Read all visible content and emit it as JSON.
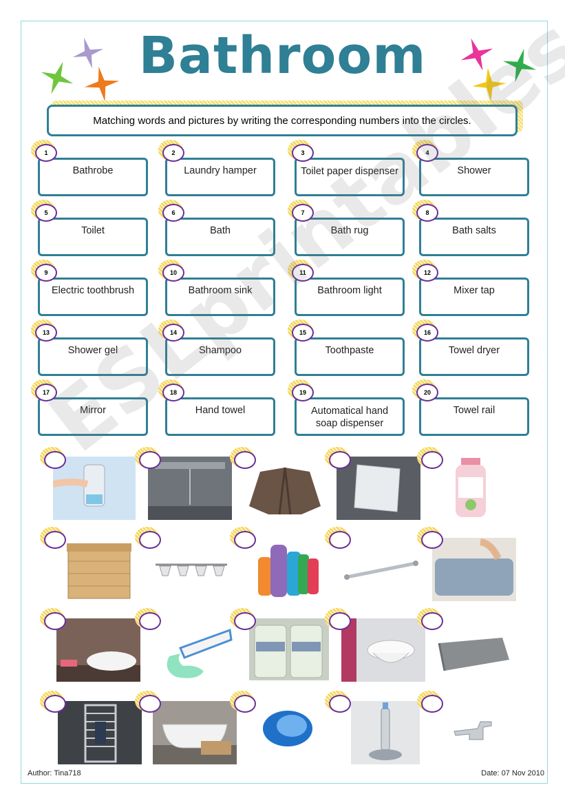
{
  "title": "Bathroom",
  "instruction": "Matching words and pictures by writing the corresponding numbers into the circles.",
  "words": [
    {
      "num": "1",
      "label": "Bathrobe"
    },
    {
      "num": "2",
      "label": "Laundry hamper"
    },
    {
      "num": "3",
      "label": "Toilet paper dispenser"
    },
    {
      "num": "4",
      "label": "Shower"
    },
    {
      "num": "5",
      "label": "Toilet"
    },
    {
      "num": "6",
      "label": "Bath"
    },
    {
      "num": "7",
      "label": "Bath rug"
    },
    {
      "num": "8",
      "label": "Bath salts"
    },
    {
      "num": "9",
      "label": "Electric toothbrush"
    },
    {
      "num": "10",
      "label": "Bathroom sink"
    },
    {
      "num": "11",
      "label": "Bathroom light"
    },
    {
      "num": "12",
      "label": "Mixer tap"
    },
    {
      "num": "13",
      "label": "Shower gel"
    },
    {
      "num": "14",
      "label": "Shampoo"
    },
    {
      "num": "15",
      "label": "Toothpaste"
    },
    {
      "num": "16",
      "label": "Towel dryer"
    },
    {
      "num": "17",
      "label": "Mirror"
    },
    {
      "num": "18",
      "label": "Hand towel"
    },
    {
      "num": "19",
      "label": "Automatical hand soap dispenser"
    },
    {
      "num": "20",
      "label": "Towel rail"
    }
  ],
  "pictures": [
    "soap-dispenser-picture",
    "shower-picture",
    "bathrobe-picture",
    "mirror-picture",
    "shampoo-picture",
    "laundry-hamper-picture",
    "bathroom-light-picture",
    "shower-gel-picture",
    "towel-rail-picture",
    "bath-rug-picture",
    "bathroom-sink-picture",
    "toothpaste-picture",
    "bath-salts-picture",
    "toilet-picture",
    "hand-towel-picture",
    "towel-dryer-picture",
    "bath-picture",
    "toilet-paper-dispenser-picture",
    "electric-toothbrush-picture",
    "mixer-tap-picture"
  ],
  "watermark": "ESLprintables.com",
  "footer": {
    "author": "Author: Tina718",
    "date": "Date: 07 Nov 2010"
  },
  "colors": {
    "accent": "#2f7f95",
    "circle": "#6b2e9a",
    "highlight": "#f0d35a"
  }
}
